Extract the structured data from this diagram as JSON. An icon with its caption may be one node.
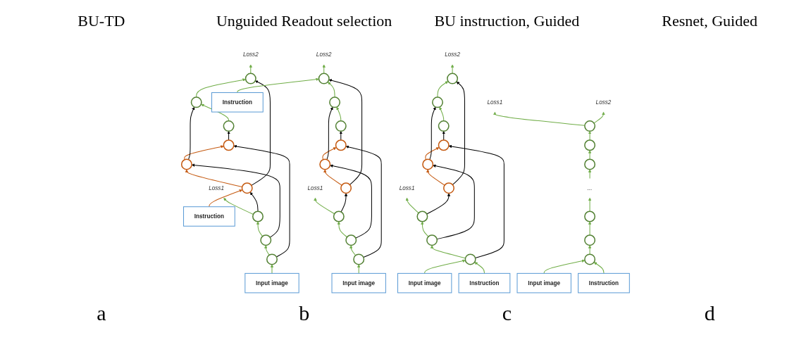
{
  "diagram": {
    "nodes": [
      {
        "text": [
          "Loss1"
        ]
      },
      {
        "text": [
          "Instruction"
        ]
      },
      {
        "text": [
          "Loss2"
        ]
      },
      {
        "text": [],
        "shape": "circle"
      },
      {
        "text": [],
        "shape": "circle"
      },
      {
        "text": [],
        "shape": "circle"
      },
      {
        "text": [],
        "shape": "circle"
      },
      {
        "text": [],
        "shape": "circle"
      },
      {
        "text": [],
        "shape": "circle"
      },
      {
        "text": [],
        "shape": "circle"
      },
      {
        "text": [],
        "shape": "circle"
      },
      {
        "text": [],
        "shape": "circle"
      },
      {
        "text": [
          "Input image"
        ]
      },
      {
        "text": [
          "Loss1"
        ]
      },
      {
        "text": [
          "Loss2"
        ]
      },
      {
        "text": [],
        "shape": "circle"
      },
      {
        "text": [],
        "shape": "circle"
      },
      {
        "text": [],
        "shape": "circle"
      },
      {
        "text": [
          "Instruction"
        ]
      },
      {
        "text": [],
        "shape": "circle"
      },
      {
        "text": [],
        "shape": "circle"
      },
      {
        "text": [],
        "shape": "circle"
      },
      {
        "text": [],
        "shape": "circle"
      },
      {
        "text": [],
        "shape": "circle"
      },
      {
        "text": [],
        "shape": "circle"
      },
      {
        "text": [
          "Input image"
        ]
      },
      {
        "text": [
          "Loss1"
        ]
      },
      {
        "text": [
          "Loss2"
        ]
      },
      {
        "text": [],
        "shape": "circle"
      },
      {
        "text": [],
        "shape": "circle"
      },
      {
        "text": [],
        "shape": "circle"
      },
      {
        "text": [],
        "shape": "circle"
      },
      {
        "text": [],
        "shape": "circle"
      },
      {
        "text": [],
        "shape": "circle"
      },
      {
        "text": [
          "Instruction"
        ]
      },
      {
        "text": [],
        "shape": "circle"
      },
      {
        "text": [],
        "shape": "circle"
      },
      {
        "text": [],
        "shape": "circle"
      },
      {
        "text": [
          "Input image"
        ]
      },
      {
        "text": [
          "Loss1"
        ]
      },
      {
        "text": [
          "Loss2"
        ]
      },
      {
        "text": [],
        "shape": "circle"
      },
      {
        "text": [],
        "shape": "circle"
      },
      {
        "text": [],
        "shape": "circle"
      },
      {
        "text": [
          "..."
        ]
      },
      {
        "text": [],
        "shape": "circle"
      },
      {
        "text": [],
        "shape": "circle"
      },
      {
        "text": [
          "Instruction"
        ]
      },
      {
        "text": [],
        "shape": "circle"
      },
      {
        "text": [
          "Input image"
        ]
      }
    ],
    "edges": [
      {
        "from": 12,
        "to": 9,
        "arrow": "to"
      },
      {
        "from": 9,
        "to": 6,
        "arrow": "to"
      },
      {
        "from": 6,
        "to": 3,
        "arrow": "to"
      },
      {
        "from": 3,
        "to": 0,
        "arrow": "to"
      },
      {
        "from": 1,
        "to": 4,
        "arrow": "to",
        "color": "#c55a11"
      },
      {
        "from": 4,
        "to": 7,
        "arrow": "to",
        "color": "#c55a11"
      },
      {
        "from": 7,
        "to": 10,
        "arrow": "to",
        "color": "#c55a11"
      },
      {
        "from": 3,
        "to": 4,
        "arrow": "to",
        "color": "#000000"
      },
      {
        "from": 6,
        "to": 7,
        "arrow": "to",
        "color": "#000000"
      },
      {
        "from": 9,
        "to": 10,
        "arrow": "to",
        "color": "#000000"
      },
      {
        "from": 4,
        "to": 5,
        "arrow": "to",
        "color": "#000000"
      },
      {
        "from": 7,
        "to": 8,
        "arrow": "to",
        "color": "#000000"
      },
      {
        "from": 10,
        "to": 11,
        "arrow": "to",
        "color": "#000000"
      },
      {
        "from": 11,
        "to": 8,
        "arrow": "to"
      },
      {
        "from": 8,
        "to": 5,
        "arrow": "to"
      },
      {
        "from": 5,
        "to": 2,
        "arrow": "to"
      },
      {
        "from": 25,
        "to": 22,
        "arrow": "to"
      },
      {
        "from": 22,
        "to": 19,
        "arrow": "to"
      },
      {
        "from": 19,
        "to": 15,
        "arrow": "to"
      },
      {
        "from": 15,
        "to": 13,
        "arrow": "to"
      },
      {
        "from": 15,
        "to": 16,
        "arrow": "to",
        "color": "#000000"
      },
      {
        "from": 19,
        "to": 20,
        "arrow": "to",
        "color": "#000000"
      },
      {
        "from": 22,
        "to": 23,
        "arrow": "to",
        "color": "#000000"
      },
      {
        "from": 16,
        "to": 20,
        "arrow": "to",
        "color": "#c55a11"
      },
      {
        "from": 20,
        "to": 23,
        "arrow": "to",
        "color": "#c55a11"
      },
      {
        "from": 16,
        "to": 17,
        "arrow": "to",
        "color": "#000000"
      },
      {
        "from": 20,
        "to": 21,
        "arrow": "to",
        "color": "#000000"
      },
      {
        "from": 23,
        "to": 24,
        "arrow": "to",
        "color": "#000000"
      },
      {
        "from": 24,
        "to": 21,
        "arrow": "to"
      },
      {
        "from": 21,
        "to": 17,
        "arrow": "to"
      },
      {
        "from": 17,
        "to": 14,
        "arrow": "to"
      },
      {
        "from": 18,
        "to": 17,
        "arrow": "to"
      },
      {
        "from": 38,
        "to": 35,
        "arrow": "to"
      },
      {
        "from": 34,
        "to": 35,
        "arrow": "to"
      },
      {
        "from": 35,
        "to": 31,
        "arrow": "to"
      },
      {
        "from": 31,
        "to": 28,
        "arrow": "to"
      },
      {
        "from": 28,
        "to": 26,
        "arrow": "to"
      },
      {
        "from": 28,
        "to": 29,
        "arrow": "to",
        "color": "#000000"
      },
      {
        "from": 31,
        "to": 32,
        "arrow": "to",
        "color": "#000000"
      },
      {
        "from": 35,
        "to": 36,
        "arrow": "to",
        "color": "#000000"
      },
      {
        "from": 29,
        "to": 32,
        "arrow": "to",
        "color": "#c55a11"
      },
      {
        "from": 32,
        "to": 36,
        "arrow": "to",
        "color": "#c55a11"
      },
      {
        "from": 29,
        "to": 30,
        "arrow": "to",
        "color": "#000000"
      },
      {
        "from": 32,
        "to": 33,
        "arrow": "to",
        "color": "#000000"
      },
      {
        "from": 36,
        "to": 37,
        "arrow": "to",
        "color": "#000000"
      },
      {
        "from": 37,
        "to": 33,
        "arrow": "to"
      },
      {
        "from": 33,
        "to": 30,
        "arrow": "to"
      },
      {
        "from": 30,
        "to": 27,
        "arrow": "to"
      },
      {
        "from": 49,
        "to": 48,
        "arrow": "to"
      },
      {
        "from": 47,
        "to": 48,
        "arrow": "to"
      },
      {
        "from": 48,
        "to": 46,
        "arrow": "to"
      },
      {
        "from": 46,
        "to": 45,
        "arrow": "to"
      },
      {
        "from": 45,
        "to": 44,
        "arrow": "to"
      },
      {
        "from": 44,
        "to": 43,
        "arrow": "to"
      },
      {
        "from": 43,
        "to": 42,
        "arrow": "to"
      },
      {
        "from": 42,
        "to": 41,
        "arrow": "to"
      },
      {
        "from": 41,
        "to": 39,
        "arrow": "to"
      },
      {
        "from": 41,
        "to": 40,
        "arrow": "to"
      }
    ],
    "labels": [
      "BU-TD",
      "Unguided Readout selection",
      "BU instruction, Guided",
      "Resnet, Guided",
      "a",
      "b",
      "c",
      "d"
    ]
  }
}
